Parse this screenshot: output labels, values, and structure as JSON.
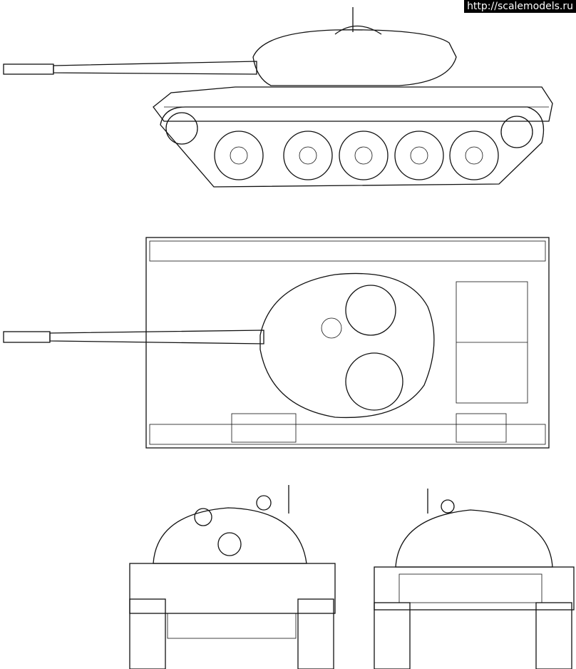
{
  "watermark": {
    "text": "http://scalemodels.ru"
  },
  "views": [
    "side-view",
    "top-view",
    "front-view",
    "rear-view"
  ],
  "colors": {
    "line": "#111111",
    "background": "#ffffff",
    "watermark_bg": "#000000",
    "watermark_text": "#ffffff"
  }
}
